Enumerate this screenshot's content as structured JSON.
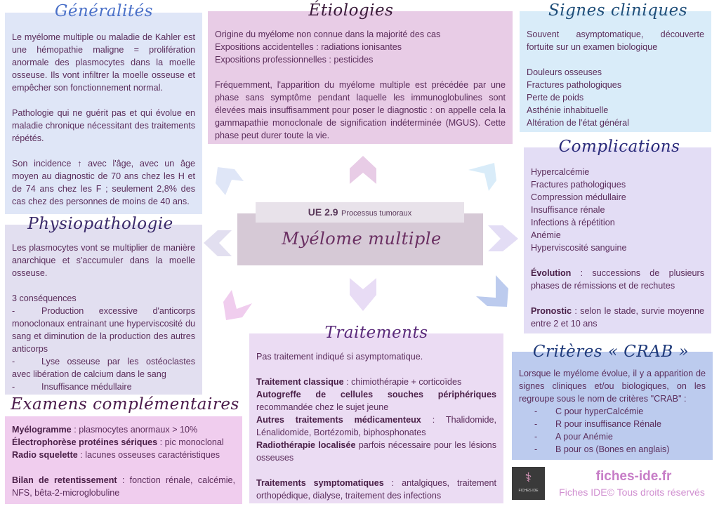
{
  "center": {
    "ue": "UE 2.9",
    "ue_sub": "Processus tumoraux",
    "title": "Myélome multiple"
  },
  "generalites": {
    "title": "Généralités",
    "paragraphs": [
      "Le myélome multiple ou maladie de Kahler est une hémopathie maligne = prolifération anormale des plasmocytes dans la moelle osseuse. Ils vont infiltrer la moelle osseuse et empêcher son fonctionnement normal.",
      "Pathologie qui ne guérit pas et qui évolue en maladie chronique nécessitant des traitements répétés.",
      "Son incidence ↑ avec l'âge, avec un âge moyen au diagnostic de 70 ans chez les H et de 74 ans chez les F ; seulement 2,8% des cas chez des personnes de moins de 40 ans."
    ]
  },
  "etiologies": {
    "title": "Étiologies",
    "lines": [
      "Origine du myélome non connue dans la majorité des cas",
      "Expositions accidentelles : radiations ionisantes",
      "Expositions professionnelles : pesticides"
    ],
    "paragraph": "Fréquemment, l'apparition du myélome multiple est précédée par une phase sans symptôme pendant laquelle les immunoglobulines sont élevées mais insuffisamment pour poser le diagnostic : on appelle cela la gammapathie monoclonale de signification indéterminée (MGUS). Cette phase peut durer toute la vie."
  },
  "signes": {
    "title": "Signes cliniques",
    "intro": "Souvent asymptomatique, découverte fortuite sur un examen biologique",
    "items": [
      "Douleurs osseuses",
      "Fractures pathologiques",
      "Perte de poids",
      "Asthénie inhabituelle",
      "Altération de l'état général"
    ]
  },
  "complications": {
    "title": "Complications",
    "items": [
      "Hypercalcémie",
      "Fractures pathologiques",
      "Compression médullaire",
      "Insuffisance rénale",
      "Infections à répétition",
      "Anémie",
      "Hyperviscosité sanguine"
    ],
    "evolution_label": "Évolution",
    "evolution_text": " : successions de plusieurs phases de rémissions et de rechutes",
    "pronostic_label": "Pronostic",
    "pronostic_text": " : selon le stade, survie moyenne entre 2 et 10 ans"
  },
  "physio": {
    "title": "Physiopathologie",
    "intro": "Les plasmocytes vont se multiplier de manière anarchique et s'accumuler dans la moelle osseuse.",
    "consequences_title": "3 conséquences",
    "items": [
      "Production excessive d'anticorps monoclonaux entrainant une hyperviscosité du sang et diminution de la production des autres anticorps",
      "Lyse osseuse par les ostéoclastes avec libération de calcium dans le sang",
      "Insuffisance médullaire"
    ]
  },
  "examens": {
    "title": "Examens complémentaires",
    "items": [
      {
        "label": "Myélogramme",
        "text": " : plasmocytes anormaux > 10%"
      },
      {
        "label": "Électrophorèse protéines sériques",
        "text": " : pic monoclonal"
      },
      {
        "label": "Radio squelette",
        "text": " : lacunes osseuses caractéristiques"
      }
    ],
    "bilan_label": "Bilan de retentissement",
    "bilan_text": " : fonction rénale, calcémie, NFS, bêta-2-microglobuline"
  },
  "traitements": {
    "title": "Traitements",
    "intro": "Pas traitement indiqué si asymptomatique.",
    "items": [
      {
        "label": "Traitement classique",
        "text": " : chimiothérapie + corticoïdes"
      },
      {
        "label": "Autogreffe de cellules souches périphériques",
        "text": " recommandée chez le sujet jeune"
      },
      {
        "label": "Autres traitements médicamenteux",
        "text": " : Thalidomide, Lénalidomide, Bortézomib, biphosphonates"
      },
      {
        "label": "Radiothérapie localisée",
        "text": " parfois nécessaire pour les lésions osseuses"
      }
    ],
    "sympto_label": "Traitements symptomatiques",
    "sympto_text": " : antalgiques, traitement orthopédique, dialyse, traitement des infections"
  },
  "crab": {
    "title": "Critères « CRAB »",
    "intro": "Lorsque le myélome évolue, il y a apparition de signes cliniques et/ou biologiques, on les regroupe sous le nom de critères \"CRAB\" :",
    "items": [
      "C pour hyperCalcémie",
      "R pour insuffisance Rénale",
      "A pour Anémie",
      "B pour os (Bones en anglais)"
    ]
  },
  "footer": {
    "logo_text": "FICHES IDE",
    "site": "fiches-ide.fr",
    "copyright": "Fiches IDE© Tous droits réservés"
  },
  "colors": {
    "text": "#5b2d5b",
    "site": "#c77dc7"
  }
}
